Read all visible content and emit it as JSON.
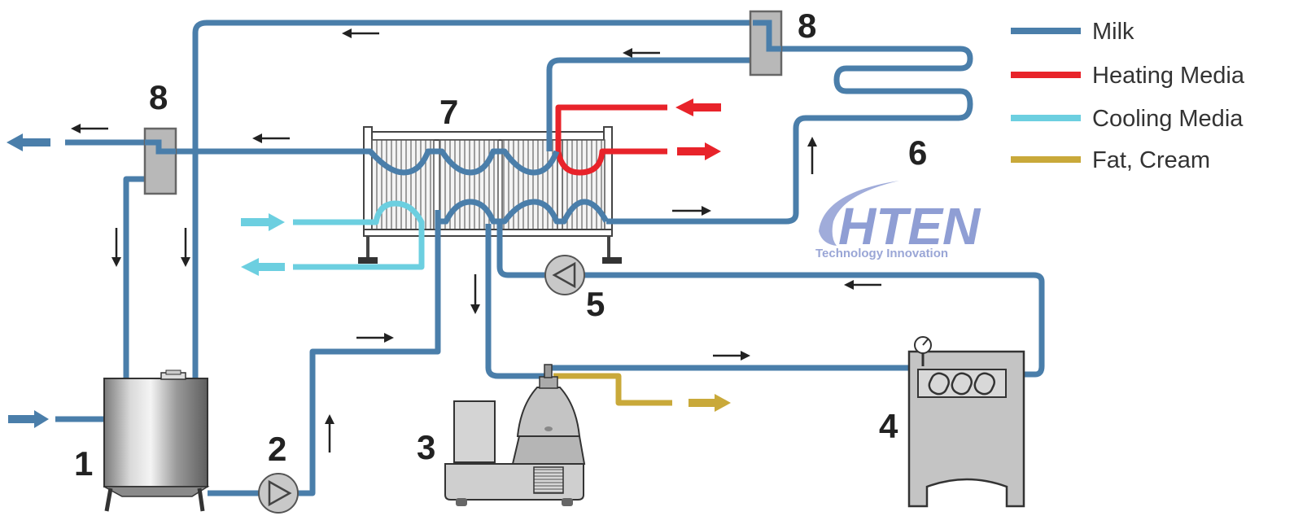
{
  "colors": {
    "milk": "#4a7eaa",
    "heating": "#e8232a",
    "cooling": "#6ccfe0",
    "fat": "#c9a93a",
    "arrow": "#222222",
    "equipment_gray": "#b8b8b8"
  },
  "legend": [
    {
      "label": "Milk",
      "color_key": "milk"
    },
    {
      "label": "Heating Media",
      "color_key": "heating"
    },
    {
      "label": "Cooling Media",
      "color_key": "cooling"
    },
    {
      "label": "Fat, Cream",
      "color_key": "fat"
    }
  ],
  "component_numbers": {
    "tank": "1",
    "pump_2": "2",
    "separator": "3",
    "homogenizer": "4",
    "pump_5": "5",
    "holding_tube": "6",
    "plate_heat_exchanger": "7",
    "valve_top": "8",
    "valve_left": "8"
  },
  "logo": {
    "brand": "HTEN",
    "tagline": "Technology Innovation"
  },
  "icons": {
    "pump": "pump-icon",
    "gauge": "pressure-gauge-icon",
    "flow_arrow": "flow-arrow-icon"
  }
}
